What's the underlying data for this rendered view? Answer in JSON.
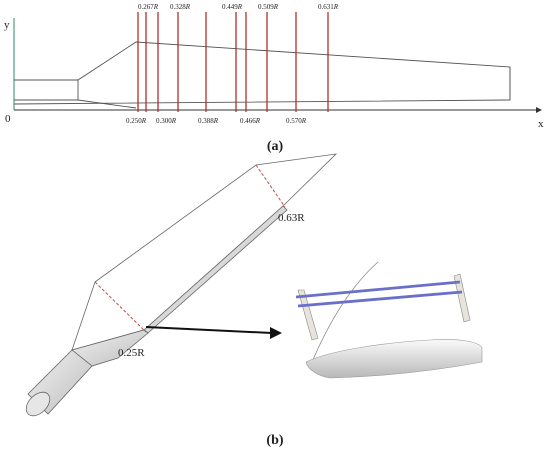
{
  "panel_a": {
    "label_open": "(",
    "label_letter": "a",
    "label_close": ")",
    "y_axis": "y",
    "x_axis": "x",
    "origin": "0",
    "top_sections": [
      {
        "num": "0.267",
        "unit": "R"
      },
      {
        "num": "0.328",
        "unit": "R"
      },
      {
        "num": "0.449",
        "unit": "R"
      },
      {
        "num": "0.509",
        "unit": "R"
      },
      {
        "num": "0.631",
        "unit": "R"
      }
    ],
    "bottom_sections": [
      {
        "num": "0.250",
        "unit": "R"
      },
      {
        "num": "0.300",
        "unit": "R"
      },
      {
        "num": "0.388",
        "unit": "R"
      },
      {
        "num": "0.466",
        "unit": "R"
      },
      {
        "num": "0.570",
        "unit": "R"
      }
    ],
    "colors": {
      "section_line": "#b0302a",
      "blade_edge": "#555555",
      "y_axis": "#2a8a6a"
    }
  },
  "panel_b": {
    "label_open": "(",
    "label_letter": "b",
    "label_close": ")",
    "outer_label": "0.63R",
    "inner_label": "0.25R",
    "colors": {
      "guide_rod": "#6a6fc8",
      "marker": "#c0504d"
    }
  }
}
